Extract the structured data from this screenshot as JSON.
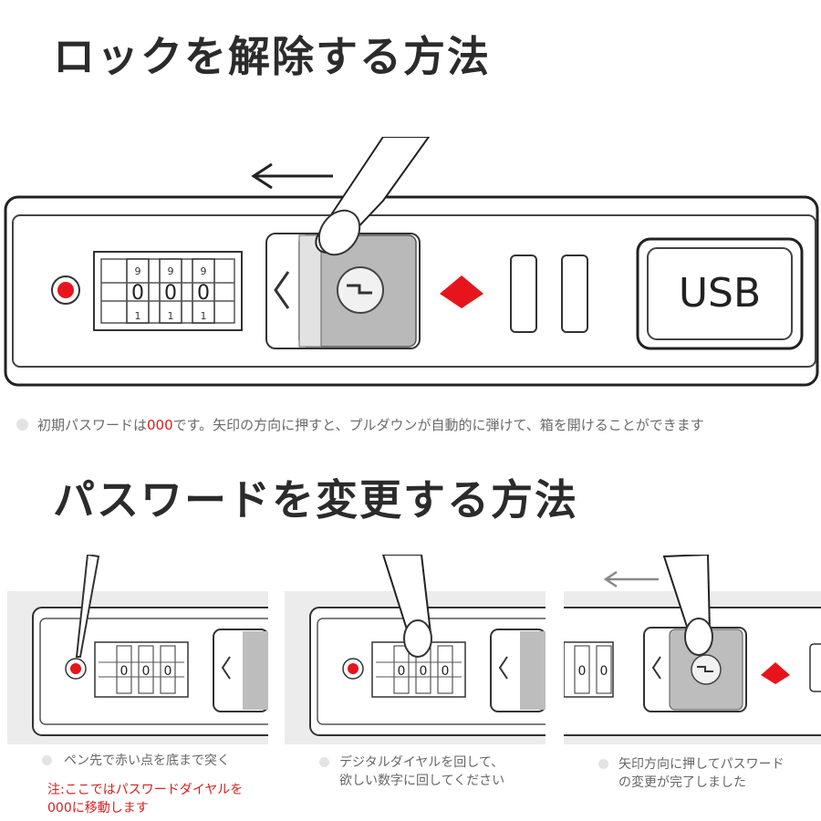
{
  "unlock": {
    "title": "ロックを解除する方法",
    "dial_digits": [
      "0",
      "0",
      "0"
    ],
    "dial_top": "9",
    "dial_bottom": "1",
    "usb_label": "USB",
    "note_before": "初期パスワードは",
    "note_code": "000",
    "note_after": "です。矢印の方向に押すと、プルダウンが自動的に弾けて、箱を開けることができます"
  },
  "change": {
    "title": "パスワードを変更する方法",
    "steps": [
      {
        "caption_lines": [
          "ペン先で赤い点を底まで突く"
        ],
        "note_lines": [
          "注:ここではパスワードダイヤルを",
          "000に移動します"
        ]
      },
      {
        "caption_lines": [
          "デジタルダイヤルを回して、",
          "欲しい数字に回してください"
        ]
      },
      {
        "caption_lines": [
          "矢印方向に押してパスワード",
          "の変更が完了しました"
        ]
      }
    ]
  },
  "colors": {
    "accent_red": "#e8141c",
    "heading": "#2b2b2b",
    "note_highlight": "#d81e1e"
  }
}
